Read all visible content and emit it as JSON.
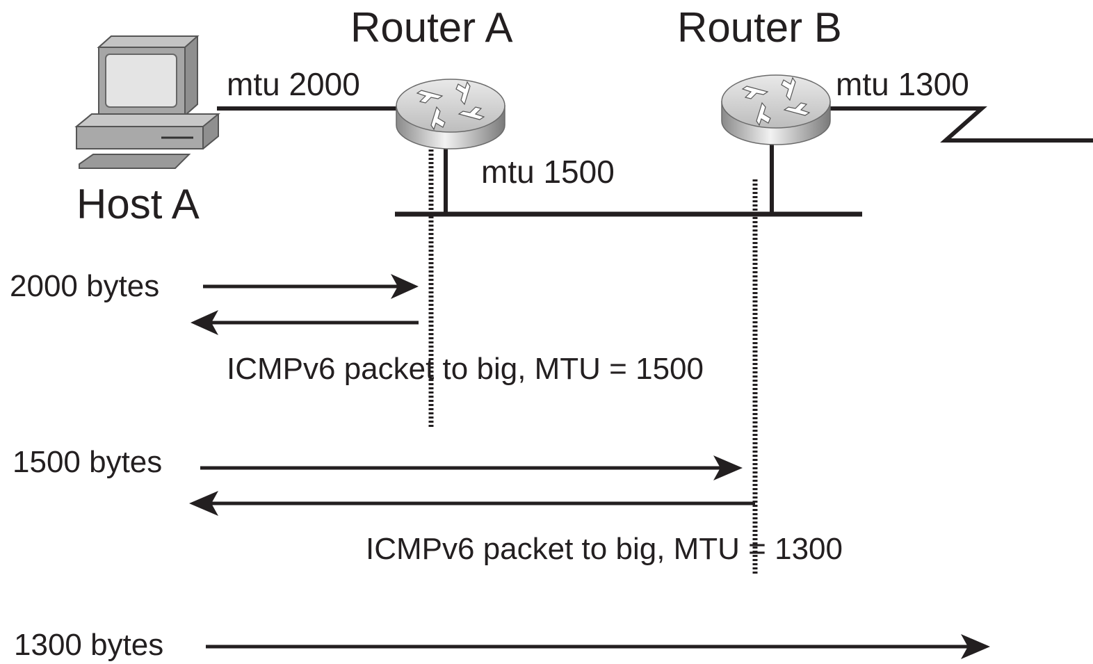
{
  "nodes": {
    "host_a": "Host A",
    "router_a": "Router A",
    "router_b": "Router B"
  },
  "links": {
    "host_link_mtu": "mtu 2000",
    "lan_mtu": "mtu 1500",
    "wan_mtu": "mtu 1300"
  },
  "exchanges": [
    {
      "size": "2000 bytes",
      "reply": "ICMPv6 packet to big, MTU = 1500"
    },
    {
      "size": "1500 bytes",
      "reply": "ICMPv6 packet to big, MTU = 1300"
    },
    {
      "size": "1300 bytes"
    }
  ],
  "colors": {
    "line": "#231f20",
    "router_body": "#b9b9b9",
    "computer_body": "#a9a9a9",
    "screen": "#e6e6e6"
  }
}
